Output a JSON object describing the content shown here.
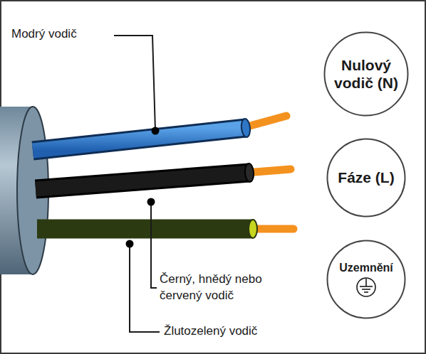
{
  "diagram": {
    "nodes": [
      {
        "text": [
          "Nulový vodič (N)"
        ]
      },
      {
        "text": [
          "Fáze (L)"
        ]
      },
      {
        "text": [
          "Uzemnění"
        ]
      }
    ],
    "labels": [
      "Modrý vodič",
      "Černý, hnědý nebo červený vodič",
      "Žlutozelený vodič"
    ]
  }
}
